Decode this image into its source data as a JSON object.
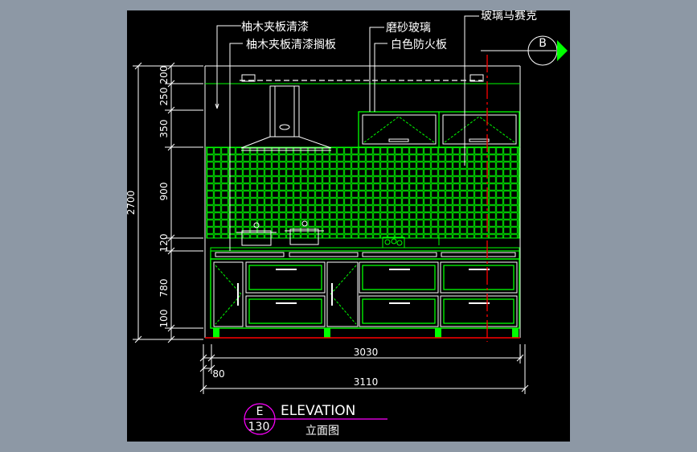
{
  "callouts": {
    "teak_panel_lacquer": "柚木夹板清漆",
    "teak_panel_lacquer_shelf": "柚木夹板清漆搁板",
    "frosted_glass": "磨砂玻璃",
    "white_fireproof_board": "白色防火板",
    "glass_mosaic": "玻璃马赛克"
  },
  "section_marker": {
    "letter": "B"
  },
  "vertical_dims": {
    "d200": "200",
    "d250": "250",
    "d350": "350",
    "d900": "900",
    "d120": "120",
    "d780": "780",
    "d100": "100",
    "total": "2700"
  },
  "horizontal_dims": {
    "inner": "3030",
    "offset": "80",
    "overall": "3110"
  },
  "title_block": {
    "letter": "E",
    "number": "130",
    "title_en": "ELEVATION",
    "title_cn": "立面图"
  },
  "colors": {
    "background": "#000000",
    "frame": "#8d98a5",
    "green": "#00ff00",
    "line_yellow": "#ffff00",
    "white": "#ffffff",
    "red": "#ff0000",
    "magenta": "#ff00ff"
  }
}
